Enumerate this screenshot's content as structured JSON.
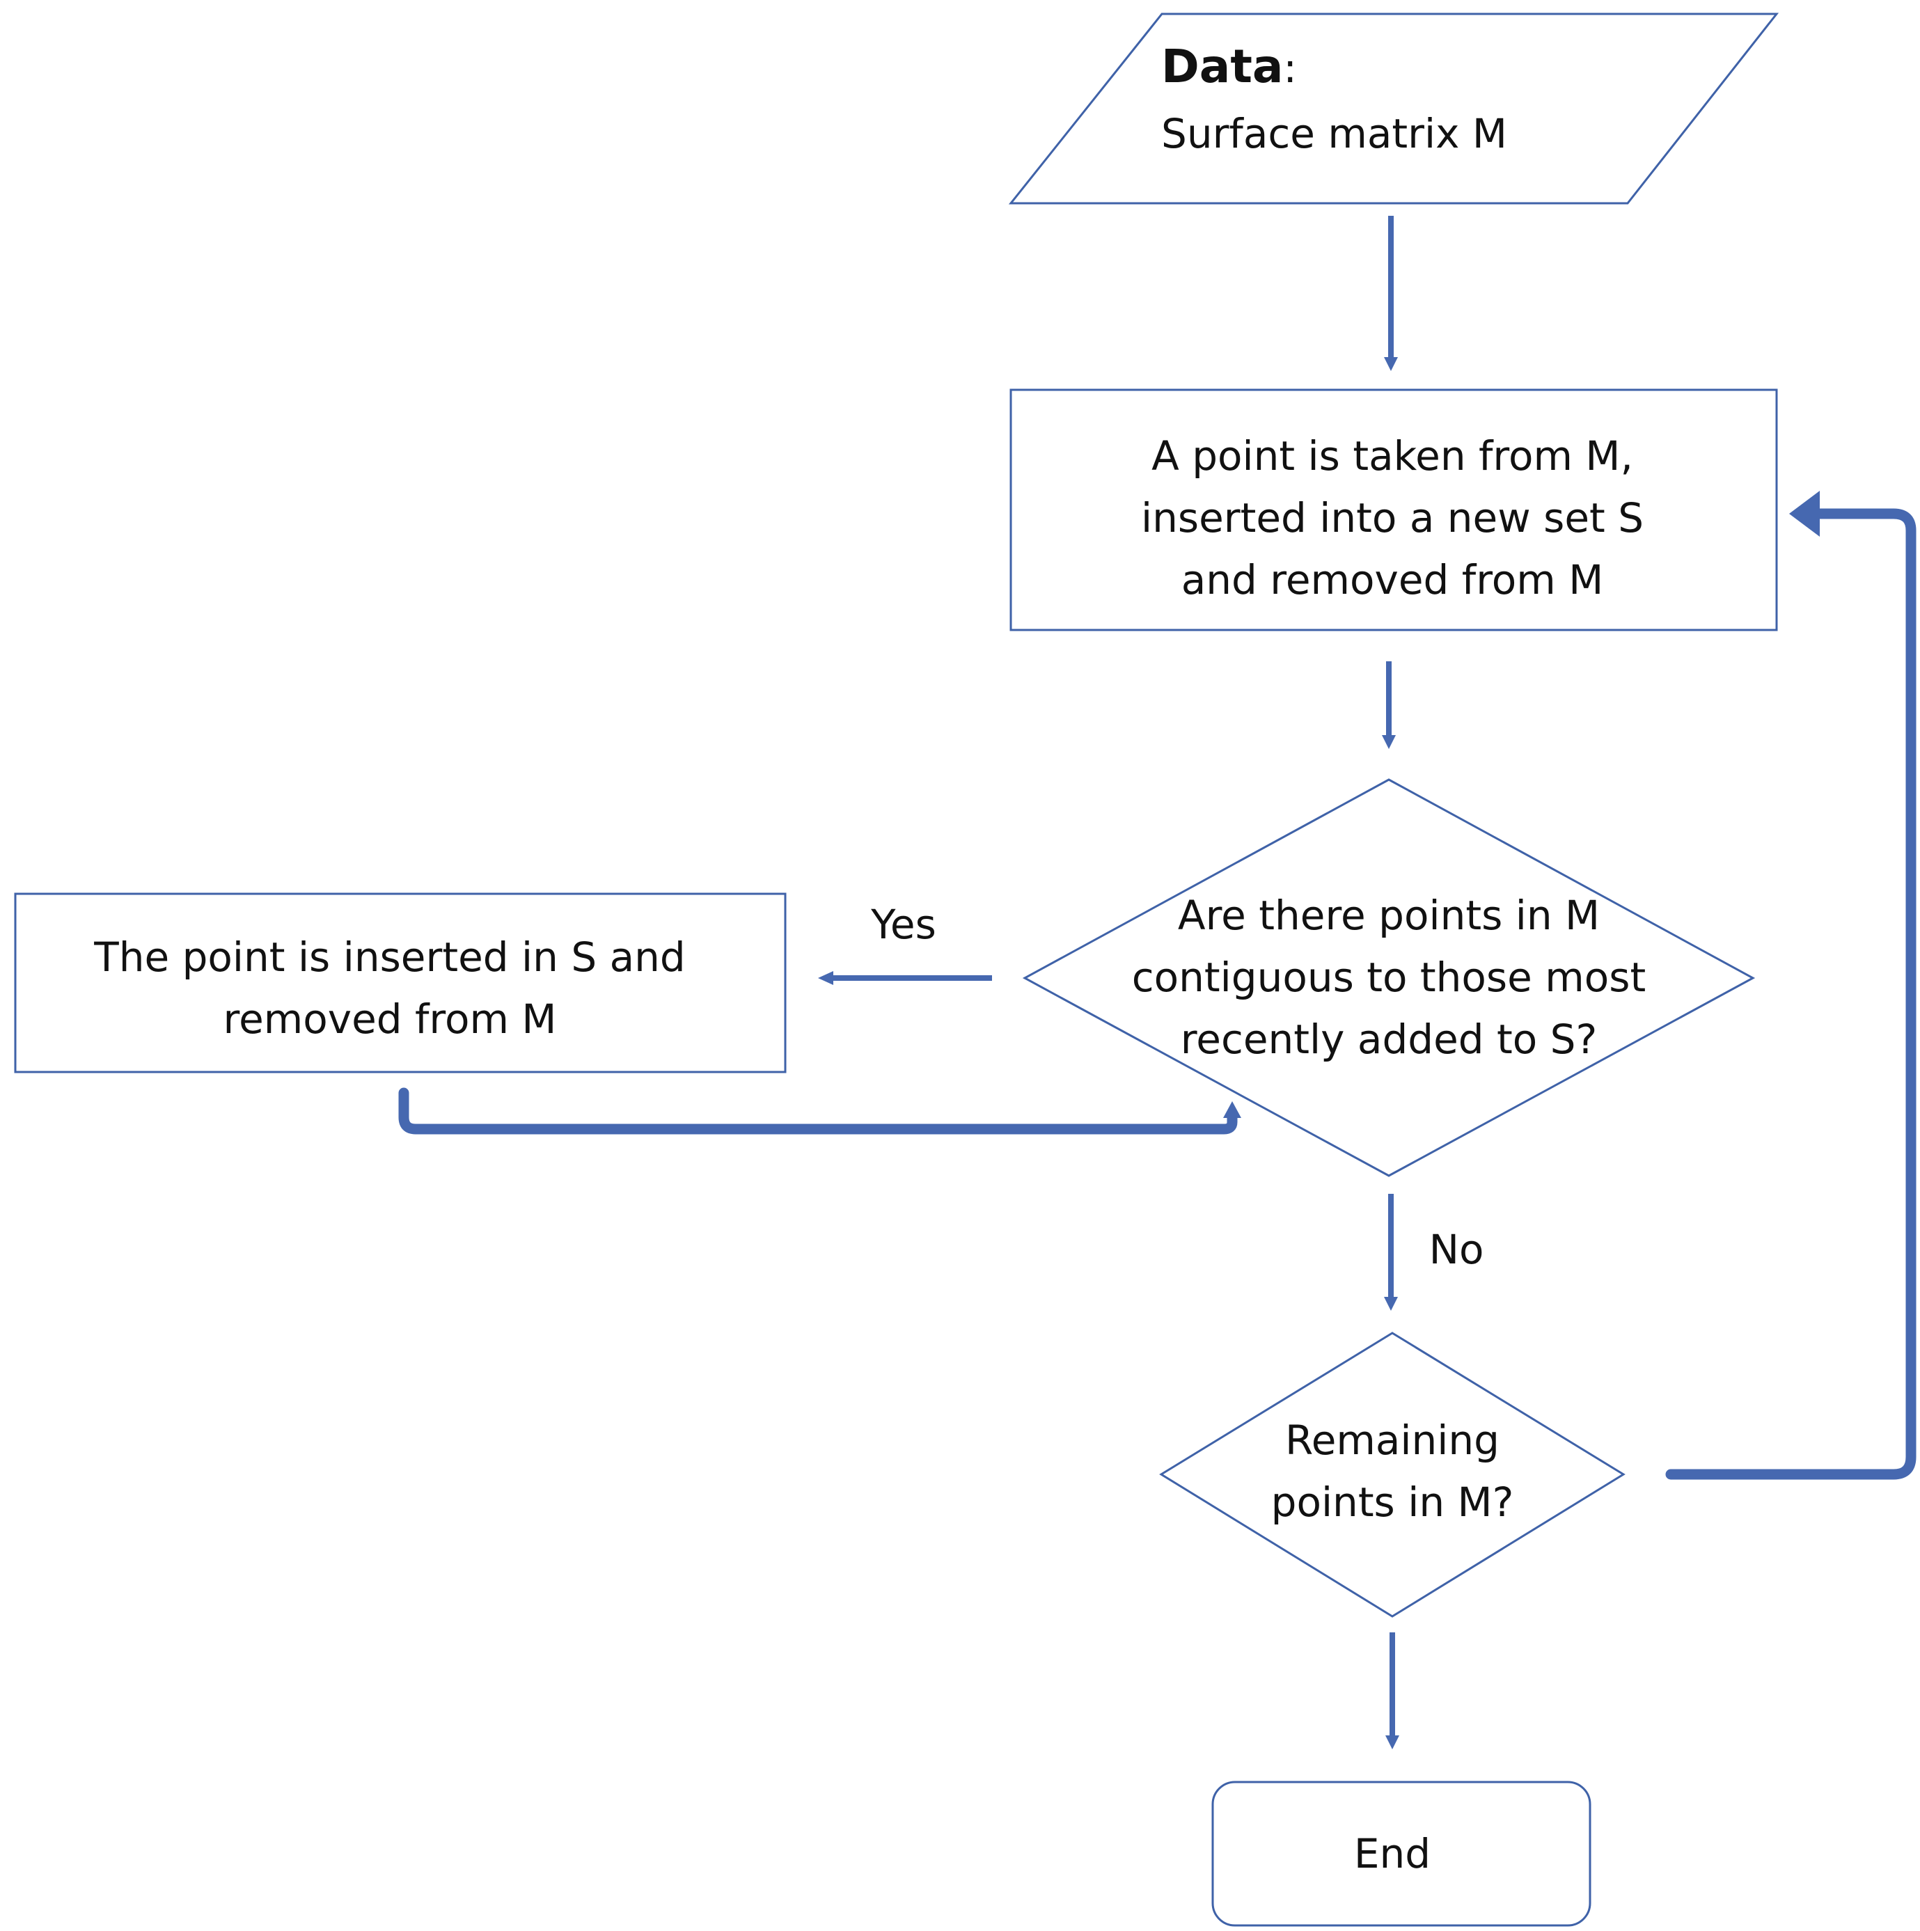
{
  "input": {
    "title": "Data",
    "title_suffix": ":",
    "text": "Surface matrix M"
  },
  "process_take_point": {
    "lines": [
      "A point is taken from M,",
      "inserted into a new set S",
      "and removed from M"
    ]
  },
  "decision_contiguous": {
    "lines": [
      "Are there points in M",
      "contiguous to those most",
      "recently added to S?"
    ]
  },
  "process_insert_point": {
    "lines": [
      "The point is inserted in S and",
      "removed from M"
    ]
  },
  "decision_remaining": {
    "lines": [
      "Remaining",
      "points in M?"
    ]
  },
  "terminal_end": {
    "text": "End"
  },
  "labels": {
    "yes": "Yes",
    "no": "No"
  },
  "colors": {
    "shape_stroke": "#3f62a8",
    "arrow": "#4668b0"
  }
}
